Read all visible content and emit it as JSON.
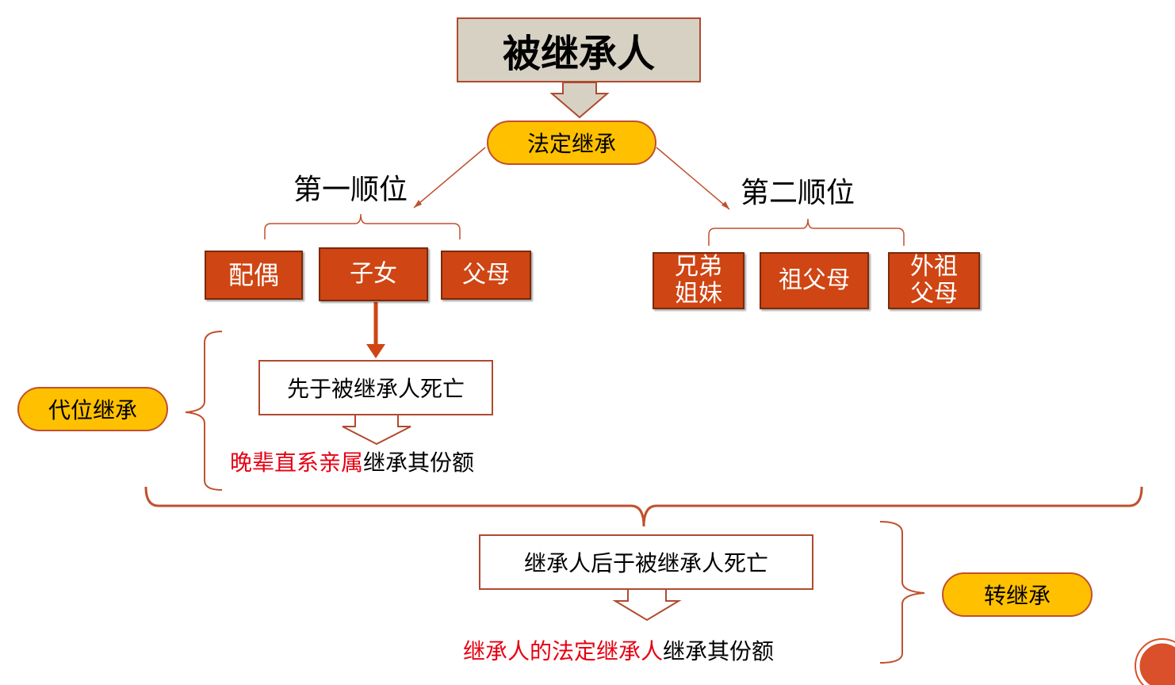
{
  "title": "被继承人",
  "statutory": "法定继承",
  "first_order": {
    "label": "第一顺位",
    "heirs": [
      "配偶",
      "子女",
      "父母"
    ]
  },
  "second_order": {
    "label": "第二顺位",
    "heirs": [
      "兄弟\n姐妹",
      "祖父母",
      "外祖\n父母"
    ]
  },
  "subrogation": {
    "label": "代位继承",
    "condition": "先于被继承人死亡",
    "result_red": "晚辈直系亲属",
    "result_black": "继承其份额"
  },
  "transfer": {
    "label": "转继承",
    "condition": "继承人后于被继承人死亡",
    "result_red": "继承人的法定继承人",
    "result_black": "继承其份额"
  },
  "colors": {
    "heir_box": "#cf4513",
    "pill": "#ffc000",
    "title_box": "#d7d1c4",
    "highlight_text": "#e60012",
    "connector": "#c0502e"
  }
}
